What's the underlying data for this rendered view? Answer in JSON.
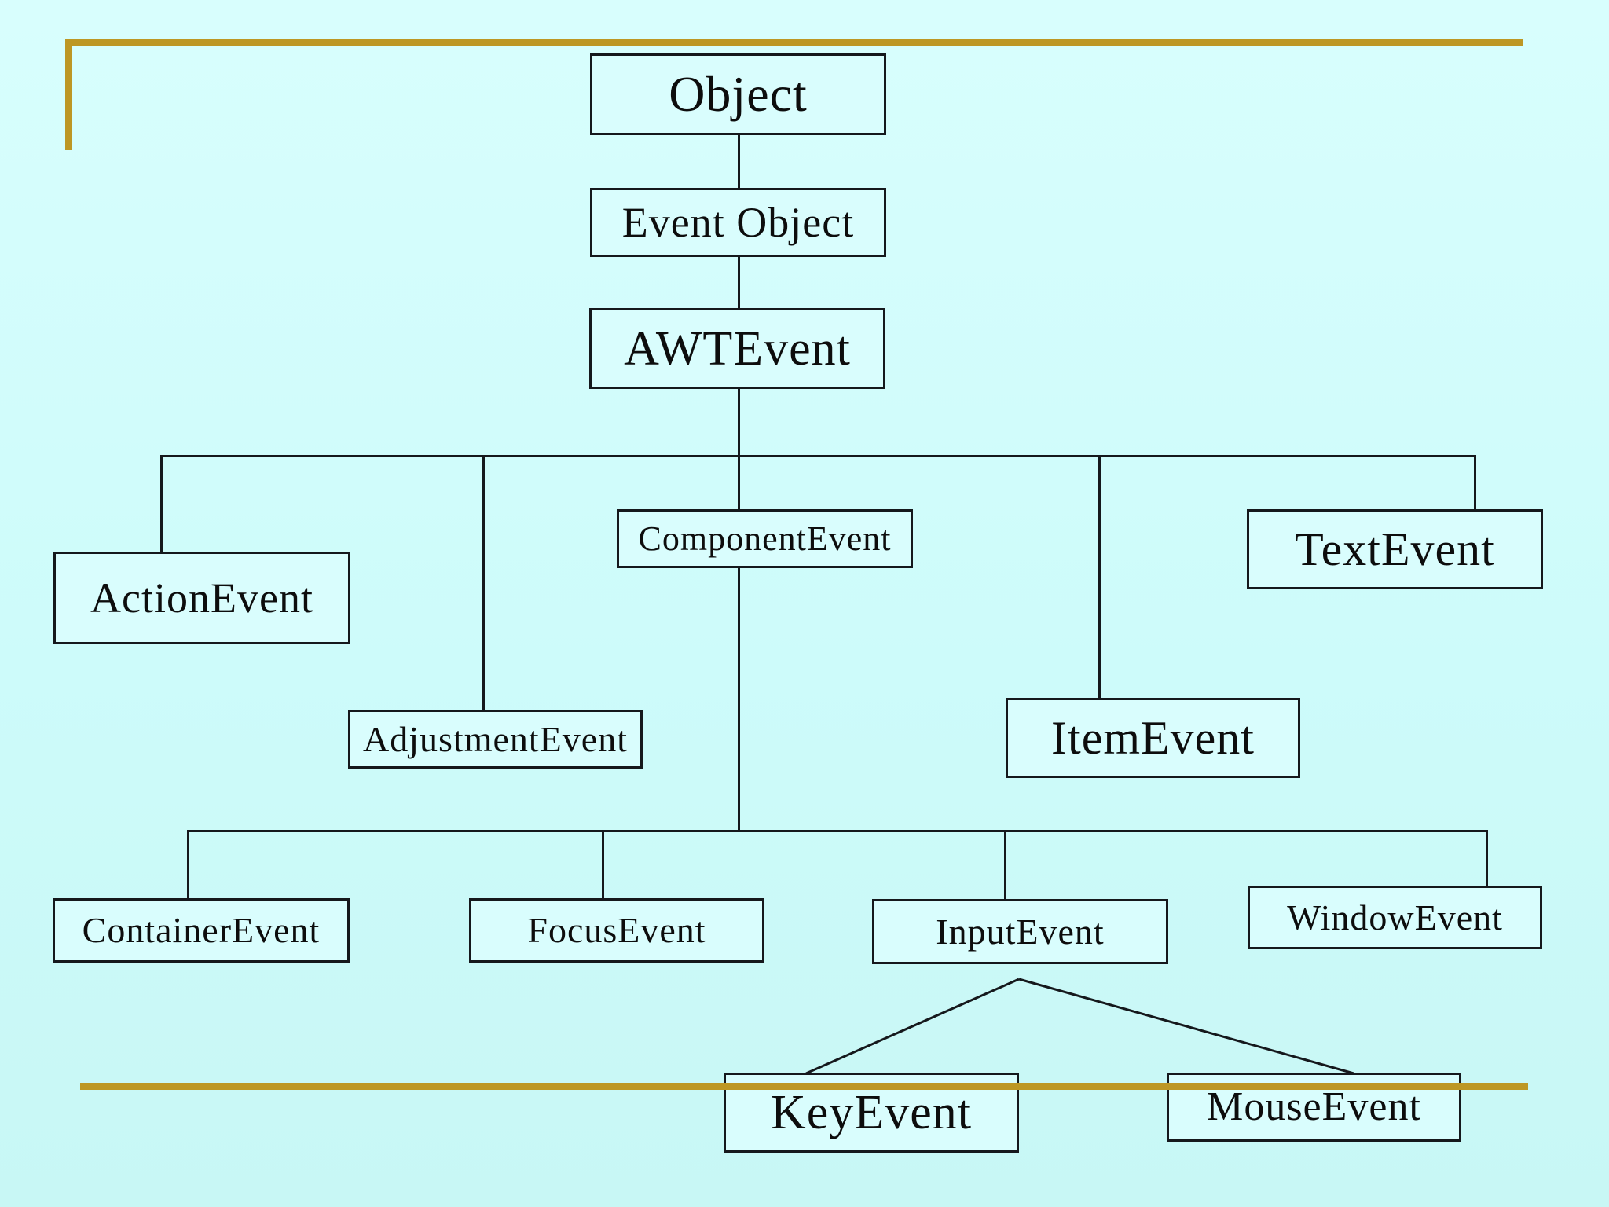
{
  "diagram": {
    "type": "class-hierarchy",
    "subject": "Java AWT event class hierarchy",
    "colors": {
      "background": "#cdfbfa",
      "box_fill": "#d9fdfd",
      "line": "#15181c",
      "accent_gold": "#bd9724"
    },
    "nodes": {
      "object": {
        "label": "Object"
      },
      "event_object": {
        "label": "Event Object"
      },
      "awt_event": {
        "label": "AWTEvent"
      },
      "action_event": {
        "label": "ActionEvent"
      },
      "adjustment_event": {
        "label": "AdjustmentEvent"
      },
      "component_event": {
        "label": "ComponentEvent"
      },
      "item_event": {
        "label": "ItemEvent"
      },
      "text_event": {
        "label": "TextEvent"
      },
      "container_event": {
        "label": "ContainerEvent"
      },
      "focus_event": {
        "label": "FocusEvent"
      },
      "input_event": {
        "label": "InputEvent"
      },
      "window_event": {
        "label": "WindowEvent"
      },
      "key_event": {
        "label": "KeyEvent"
      },
      "mouse_event": {
        "label": "MouseEvent"
      }
    },
    "edges": [
      {
        "from": "Object",
        "to": "Event Object"
      },
      {
        "from": "Event Object",
        "to": "AWTEvent"
      },
      {
        "from": "AWTEvent",
        "to": "ActionEvent"
      },
      {
        "from": "AWTEvent",
        "to": "AdjustmentEvent"
      },
      {
        "from": "AWTEvent",
        "to": "ComponentEvent"
      },
      {
        "from": "AWTEvent",
        "to": "ItemEvent"
      },
      {
        "from": "AWTEvent",
        "to": "TextEvent"
      },
      {
        "from": "ComponentEvent",
        "to": "ContainerEvent"
      },
      {
        "from": "ComponentEvent",
        "to": "FocusEvent"
      },
      {
        "from": "ComponentEvent",
        "to": "InputEvent"
      },
      {
        "from": "ComponentEvent",
        "to": "WindowEvent"
      },
      {
        "from": "InputEvent",
        "to": "KeyEvent"
      },
      {
        "from": "InputEvent",
        "to": "MouseEvent"
      }
    ]
  }
}
